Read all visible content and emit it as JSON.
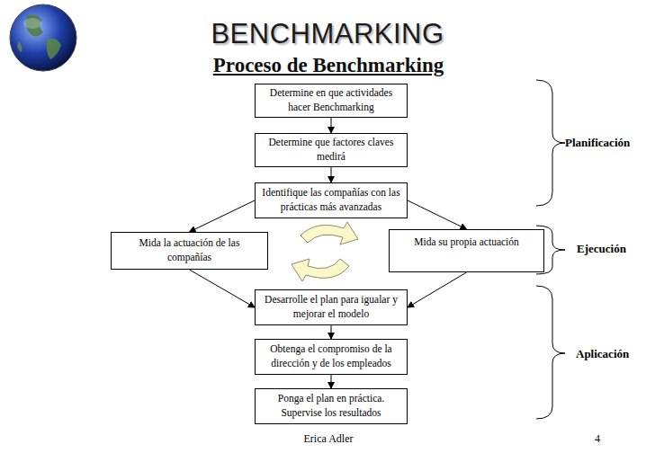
{
  "diagram": {
    "title": "BENCHMARKING",
    "nodes": [
      {
        "text": [
          "Determine en que actividades hacer Benchmarking"
        ]
      },
      {
        "text": [
          "Determine que factores claves medirá"
        ]
      },
      {
        "text": [
          "Identifique las compañías con las prácticas más avanzadas"
        ]
      },
      {
        "text": [
          "Mida la actuación de las compañías"
        ]
      },
      {
        "text": [
          "Mida su propia actuación"
        ]
      },
      {
        "text": [
          "Desarrolle el plan para igualar y mejorar el modelo"
        ]
      },
      {
        "text": [
          "Obtenga el compromiso de la dirección y de los empleados"
        ]
      },
      {
        "text": [
          "Ponga el plan en práctica. Supervise los resultados"
        ]
      }
    ],
    "edges": [
      {
        "from": 0,
        "to": 1,
        "arrow": "to"
      },
      {
        "from": 1,
        "to": 2,
        "arrow": "to"
      },
      {
        "from": 2,
        "to": 3,
        "arrow": "to"
      },
      {
        "from": 2,
        "to": 4,
        "arrow": "to"
      },
      {
        "from": 3,
        "to": 5,
        "arrow": "to"
      },
      {
        "from": 4,
        "to": 5,
        "arrow": "to"
      },
      {
        "from": 5,
        "to": 6,
        "arrow": "to"
      },
      {
        "from": 6,
        "to": 7,
        "arrow": "to"
      }
    ],
    "labels": [
      "Proceso de Benchmarking",
      "Planificación",
      "Ejecución",
      "Aplicación",
      "Erica Adler",
      "4"
    ]
  }
}
